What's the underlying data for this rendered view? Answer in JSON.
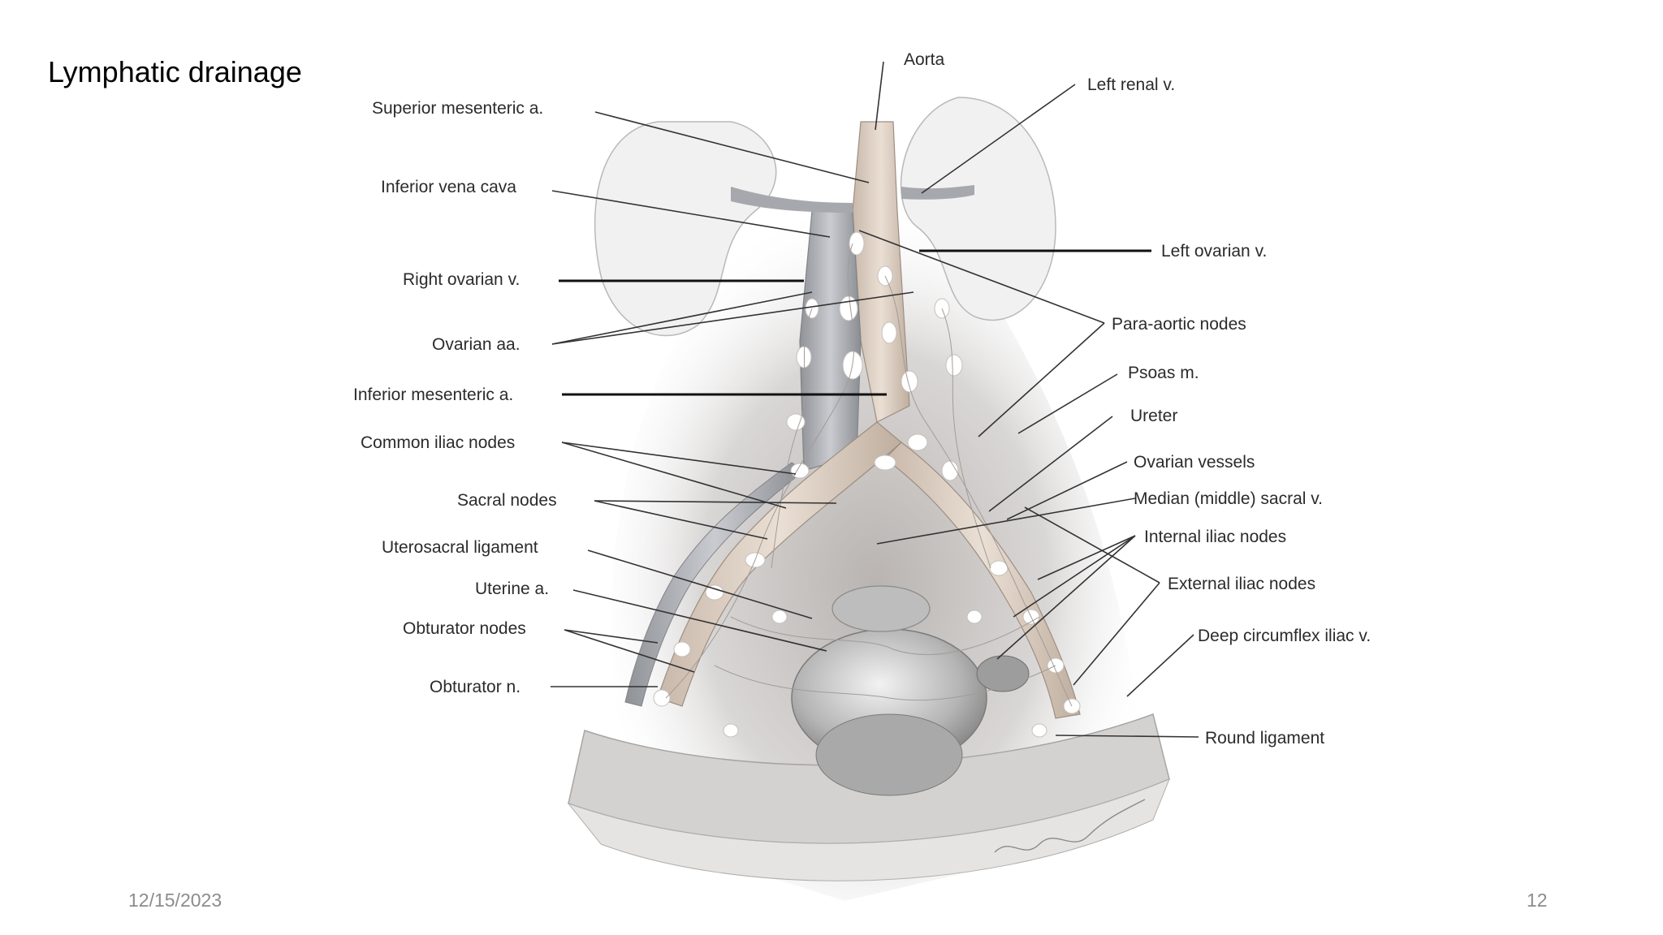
{
  "slide": {
    "title": "Lymphatic drainage",
    "date": "12/15/2023",
    "page_number": "12"
  },
  "diagram": {
    "labels": {
      "aorta": "Aorta",
      "superior_mesenteric_a": "Superior mesenteric a.",
      "left_renal_v": "Left renal v.",
      "inferior_vena_cava": "Inferior vena cava",
      "left_ovarian_v": "Left ovarian v.",
      "right_ovarian_v": "Right ovarian v.",
      "para_aortic_nodes": "Para-aortic nodes",
      "ovarian_aa": "Ovarian aa.",
      "psoas_m": "Psoas m.",
      "inferior_mesenteric_a": "Inferior mesenteric a.",
      "ureter": "Ureter",
      "common_iliac_nodes": "Common iliac nodes",
      "ovarian_vessels": "Ovarian vessels",
      "sacral_nodes": "Sacral nodes",
      "median_sacral_v": "Median (middle) sacral v.",
      "internal_iliac_nodes": "Internal iliac nodes",
      "uterosacral_ligament": "Uterosacral ligament",
      "external_iliac_nodes": "External iliac nodes",
      "uterine_a": "Uterine a.",
      "obturator_nodes": "Obturator nodes",
      "deep_circumflex_iliac_v": "Deep circumflex iliac v.",
      "obturator_n": "Obturator n.",
      "round_ligament": "Round ligament"
    }
  }
}
